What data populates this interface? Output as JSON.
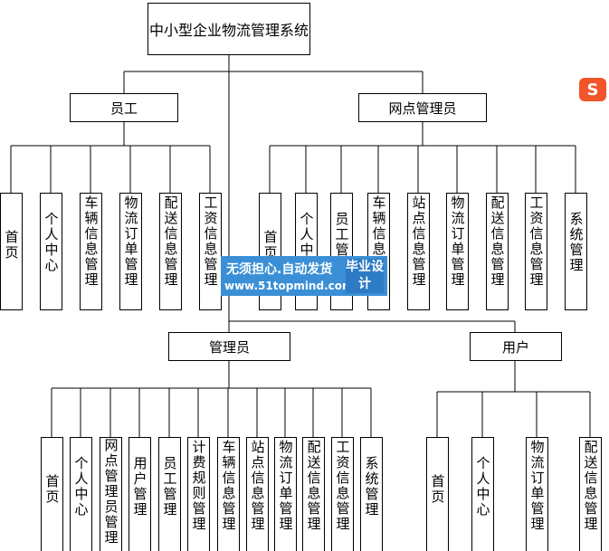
{
  "root": {
    "title": "中小型企业物流管理系统"
  },
  "groups": {
    "employee": {
      "label": "员工",
      "children": [
        "首页",
        "个人中心",
        "车辆信息管理",
        "物流订单管理",
        "配送信息管理",
        "工资信息管理"
      ]
    },
    "outlet_admin": {
      "label": "网点管理员",
      "children": [
        "首页",
        "个人中心",
        "员工管理",
        "车辆信息管理",
        "站点信息管理",
        "物流订单管理",
        "配送信息管理",
        "工资信息管理",
        "系统管理"
      ]
    },
    "admin": {
      "label": "管理员",
      "children": [
        "首页",
        "个人中心",
        "网点管理员管理",
        "用户管理",
        "员工管理",
        "计费规则管理",
        "车辆信息管理",
        "站点信息管理",
        "物流订单管理",
        "配送信息管理",
        "工资信息管理",
        "系统管理"
      ]
    },
    "user": {
      "label": "用户",
      "children": [
        "首页",
        "个人中心",
        "物流订单管理",
        "配送信息管理"
      ]
    }
  },
  "watermark": {
    "main": "无须担心.自动发货",
    "url": "www.51topmind.com",
    "tag": "毕业设计"
  },
  "logo_glyph": "S"
}
